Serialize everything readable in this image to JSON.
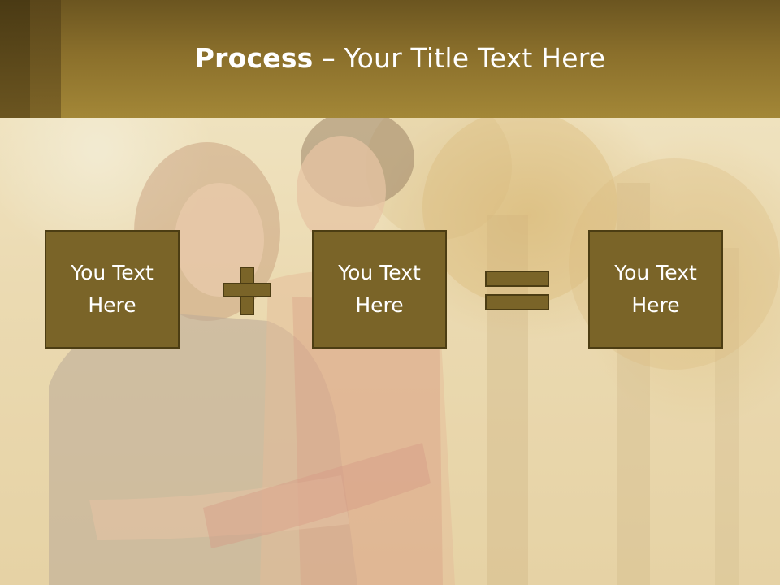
{
  "title": {
    "bold": "Process",
    "rest": " – Your Title Text Here"
  },
  "boxes": [
    {
      "label": "You Text\nHere"
    },
    {
      "label": "You Text\nHere"
    },
    {
      "label": "You Text\nHere"
    }
  ],
  "operators": {
    "first": "plus",
    "second": "equals"
  },
  "colors": {
    "header": "#8a6f2b",
    "box_fill": "#7a6428",
    "box_border": "#4c3d13",
    "text": "#ffffff"
  },
  "background_image": "couple-embracing-autumn-trees-photo"
}
